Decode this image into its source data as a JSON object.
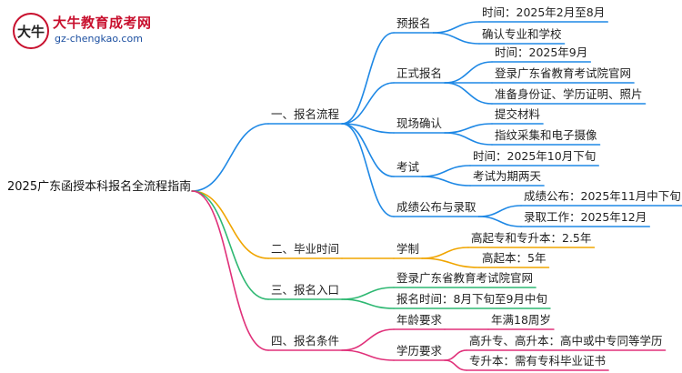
{
  "brand": {
    "badge_text": "大牛",
    "name": "大牛教育成考网",
    "url": "gz-chengkao.com"
  },
  "mindmap": {
    "root": "2025广东函授本科报名全流程指南",
    "branches": [
      {
        "label": "一、报名流程",
        "color": "#1e88e5",
        "children": [
          {
            "label": "预报名",
            "children": [
              "时间：2025年2月至8月",
              "确认专业和学校"
            ]
          },
          {
            "label": "正式报名",
            "children": [
              "时间：2025年9月",
              "登录广东省教育考试院官网",
              "准备身份证、学历证明、照片"
            ]
          },
          {
            "label": "现场确认",
            "children": [
              "提交材料",
              "指纹采集和电子摄像"
            ]
          },
          {
            "label": "考试",
            "children": [
              "时间：2025年10月下旬",
              "考试为期两天"
            ]
          },
          {
            "label": "成绩公布与录取",
            "children": [
              "成绩公布：2025年11月中下旬",
              "录取工作：2025年12月"
            ]
          }
        ]
      },
      {
        "label": "二、毕业时间",
        "color": "#f0a500",
        "children": [
          {
            "label": "学制",
            "children": [
              "高起专和专升本：2.5年",
              "高起本：5年"
            ]
          }
        ]
      },
      {
        "label": "三、报名入口",
        "color": "#2eb872",
        "children": [
          {
            "label": "登录广东省教育考试院官网",
            "children": []
          },
          {
            "label": "报名时间：8月下旬至9月中旬",
            "children": []
          }
        ]
      },
      {
        "label": "四、报名条件",
        "color": "#e0317a",
        "children": [
          {
            "label": "年龄要求",
            "children": [
              "年满18周岁"
            ]
          },
          {
            "label": "学历要求",
            "children": [
              "高升专、高升本：高中或中专同等学历",
              "专升本：需有专科毕业证书"
            ]
          }
        ]
      }
    ]
  }
}
